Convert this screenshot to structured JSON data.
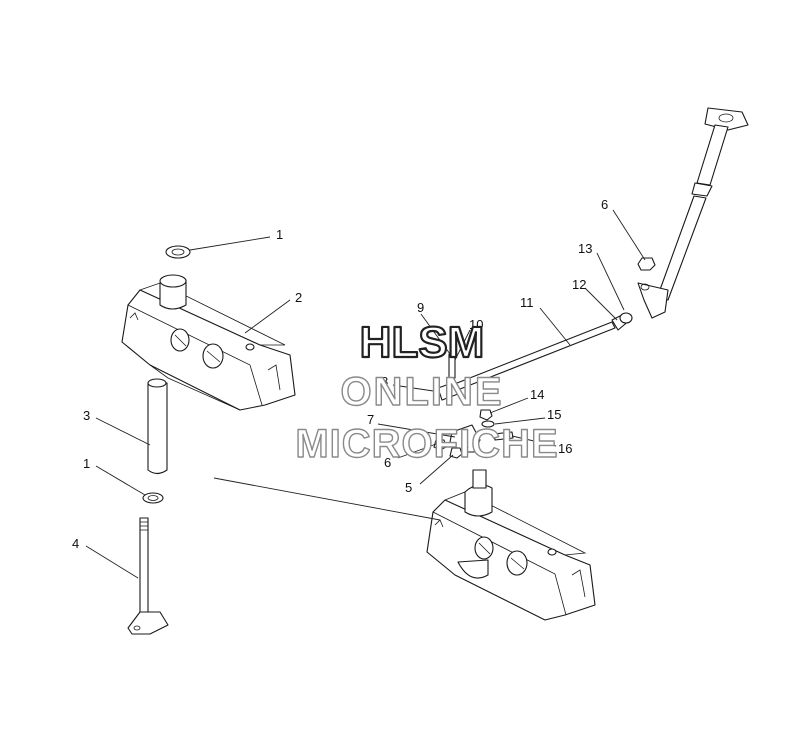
{
  "callouts": [
    {
      "id": "c1a",
      "label": "1"
    },
    {
      "id": "c1b",
      "label": "1"
    },
    {
      "id": "c2",
      "label": "2"
    },
    {
      "id": "c3",
      "label": "3"
    },
    {
      "id": "c4",
      "label": "4"
    },
    {
      "id": "c5",
      "label": "5"
    },
    {
      "id": "c6a",
      "label": "6"
    },
    {
      "id": "c6b",
      "label": "6"
    },
    {
      "id": "c7",
      "label": "7"
    },
    {
      "id": "c8",
      "label": "8"
    },
    {
      "id": "c9",
      "label": "9"
    },
    {
      "id": "c10",
      "label": "10"
    },
    {
      "id": "c11",
      "label": "11"
    },
    {
      "id": "c12",
      "label": "12"
    },
    {
      "id": "c13",
      "label": "13"
    },
    {
      "id": "c14",
      "label": "14"
    },
    {
      "id": "c15",
      "label": "15"
    },
    {
      "id": "c16",
      "label": "16"
    }
  ],
  "watermark": {
    "line1": "HLSM",
    "line2": "ONLINE",
    "line3": "MICROFICHE"
  },
  "colors": {
    "ink": "#1a1a1a",
    "paper": "#ffffff",
    "watermark_stroke": "#222222",
    "watermark_stroke_light": "#8a8a8a"
  }
}
